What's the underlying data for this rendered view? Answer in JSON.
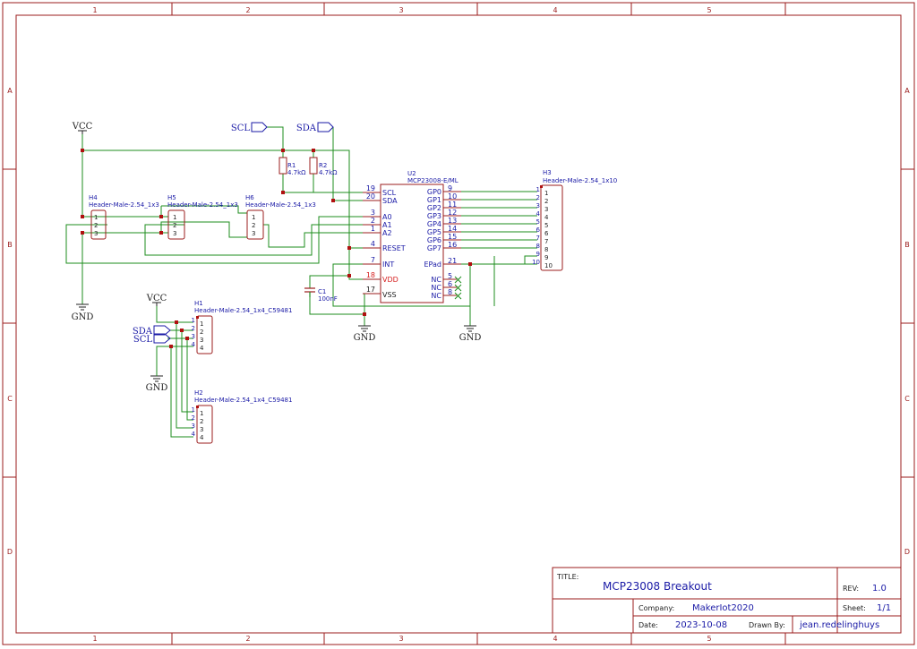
{
  "frame": {
    "cols": [
      "1",
      "2",
      "3",
      "4",
      "5"
    ],
    "rows": [
      "A",
      "B",
      "C",
      "D"
    ]
  },
  "nets": {
    "vcc": "VCC",
    "gnd": "GND",
    "sda": "SDA",
    "scl": "SCL"
  },
  "resistors": [
    {
      "ref": "R1",
      "value": "4.7kΩ"
    },
    {
      "ref": "R2",
      "value": "4.7kΩ"
    }
  ],
  "capacitor": {
    "ref": "C1",
    "value": "100nF"
  },
  "headers_1x3": [
    {
      "ref": "H4",
      "value": "Header-Male-2.54_1x3",
      "pins": [
        "1",
        "2",
        "3"
      ]
    },
    {
      "ref": "H5",
      "value": "Header-Male-2.54_1x3",
      "pins": [
        "1",
        "2",
        "3"
      ]
    },
    {
      "ref": "H6",
      "value": "Header-Male-2.54_1x3",
      "pins": [
        "1",
        "2",
        "3"
      ]
    }
  ],
  "headers_1x4": [
    {
      "ref": "H1",
      "value": "Header-Male-2.54_1x4_C59481",
      "pins": [
        "1",
        "2",
        "3",
        "4"
      ]
    },
    {
      "ref": "H2",
      "value": "Header-Male-2.54_1x4_C59481",
      "pins": [
        "1",
        "2",
        "3",
        "4"
      ]
    }
  ],
  "header_1x10": {
    "ref": "H3",
    "value": "Header-Male-2.54_1x10",
    "pins": [
      "1",
      "2",
      "3",
      "4",
      "5",
      "6",
      "7",
      "8",
      "9",
      "10"
    ]
  },
  "ic": {
    "ref": "U2",
    "value": "MCP23008-E/ML",
    "left_pins": [
      {
        "num": "19",
        "name": "SCL"
      },
      {
        "num": "20",
        "name": "SDA"
      },
      {
        "num": "3",
        "name": "A0"
      },
      {
        "num": "2",
        "name": "A1"
      },
      {
        "num": "1",
        "name": "A2"
      },
      {
        "num": "4",
        "name": "RESET"
      },
      {
        "num": "7",
        "name": "INT"
      },
      {
        "num": "18",
        "name": "VDD"
      },
      {
        "num": "17",
        "name": "VSS"
      }
    ],
    "right_pins": [
      {
        "num": "9",
        "name": "GP0"
      },
      {
        "num": "10",
        "name": "GP1"
      },
      {
        "num": "11",
        "name": "GP2"
      },
      {
        "num": "12",
        "name": "GP3"
      },
      {
        "num": "13",
        "name": "GP4"
      },
      {
        "num": "14",
        "name": "GP5"
      },
      {
        "num": "15",
        "name": "GP6"
      },
      {
        "num": "16",
        "name": "GP7"
      },
      {
        "num": "21",
        "name": "EPad"
      },
      {
        "num": "5",
        "name": "NC"
      },
      {
        "num": "6",
        "name": "NC"
      },
      {
        "num": "8",
        "name": "NC"
      }
    ]
  },
  "title_block": {
    "title_label": "TITLE:",
    "title": "MCP23008 Breakout",
    "rev_label": "REV:",
    "rev": "1.0",
    "company_label": "Company:",
    "company": "MakerIot2020",
    "sheet_label": "Sheet:",
    "sheet": "1/1",
    "date_label": "Date:",
    "date": "2023-10-08",
    "drawn_label": "Drawn By:",
    "drawn_by": "jean.redelinghuys"
  },
  "colors": {
    "frame": "#9b1c1c",
    "wire": "#1e8c1e",
    "text": "#1a1aa6",
    "pin_red": "#d62020",
    "junction": "#b01010"
  }
}
